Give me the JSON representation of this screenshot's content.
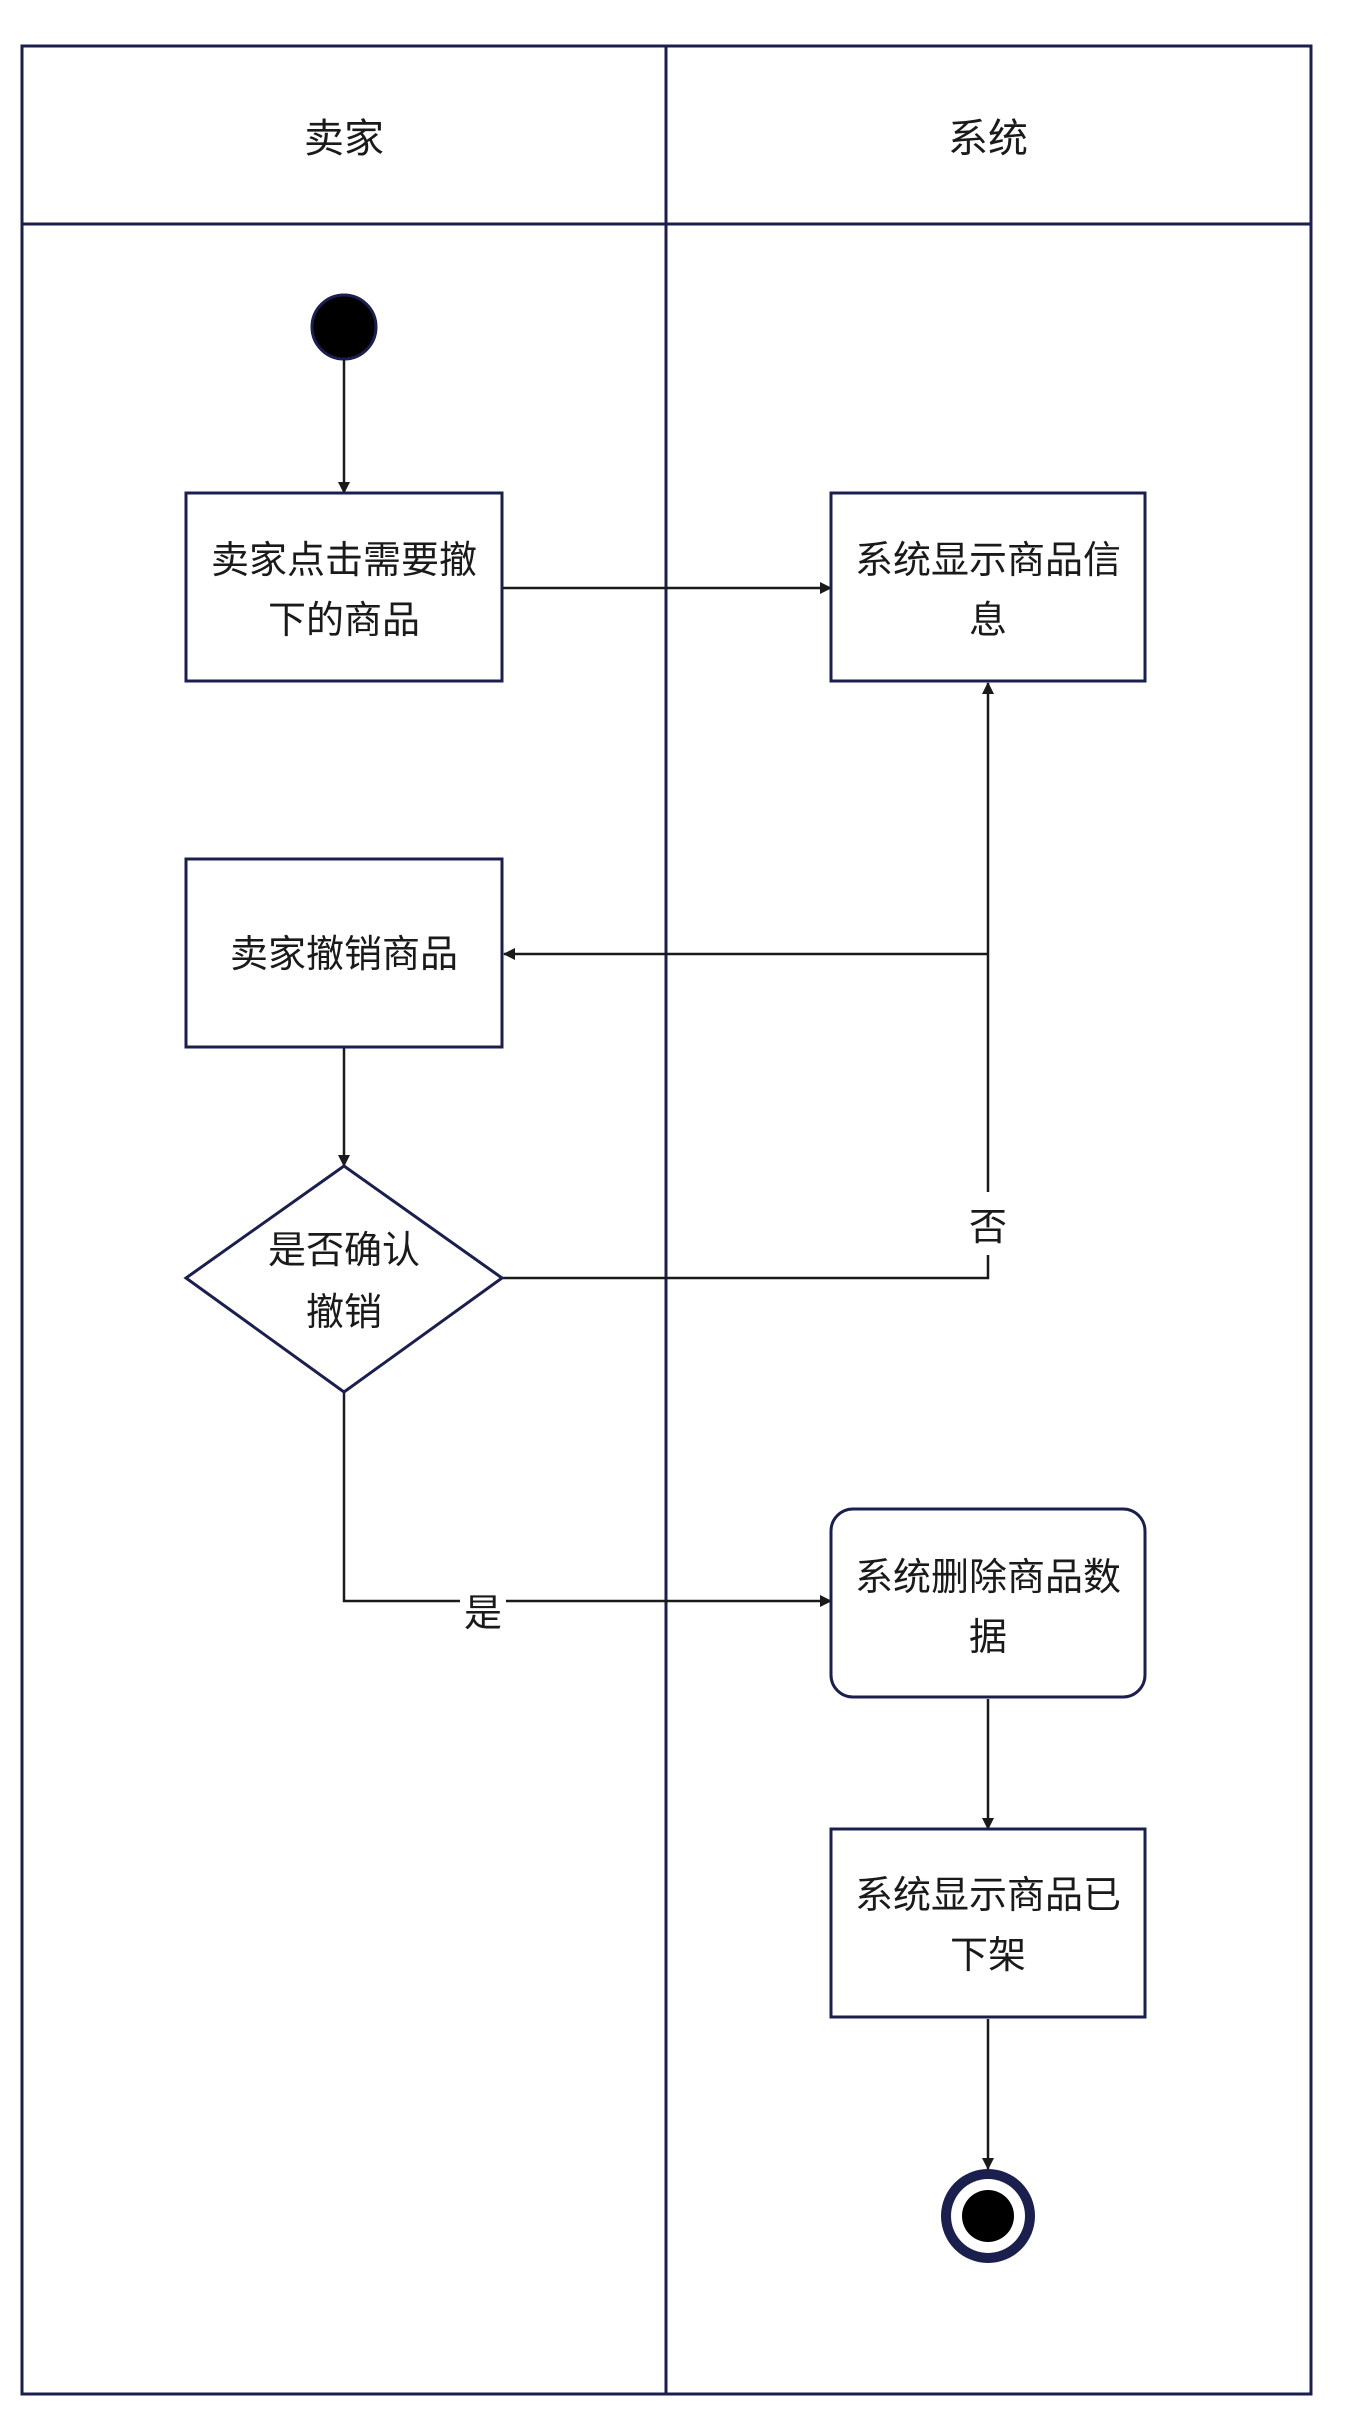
{
  "lanes": [
    {
      "title": "卖家"
    },
    {
      "title": "系统"
    }
  ],
  "nodes": {
    "seller_click": {
      "line1": "卖家点击需要撤",
      "line2": "下的商品"
    },
    "system_show_info": {
      "line1": "系统显示商品信",
      "line2": "息"
    },
    "seller_revoke": {
      "label": "卖家撤销商品"
    },
    "confirm_decision": {
      "line1": "是否确认",
      "line2": "撤销"
    },
    "system_delete": {
      "line1": "系统删除商品数",
      "line2": "据"
    },
    "system_show_off": {
      "line1": "系统显示商品已",
      "line2": "下架"
    }
  },
  "edges": {
    "no_label": "否",
    "yes_label": "是"
  },
  "colors": {
    "stroke": "#1a1f4d",
    "arrow": "#1a1a1a",
    "fill_dark": "#000000"
  }
}
